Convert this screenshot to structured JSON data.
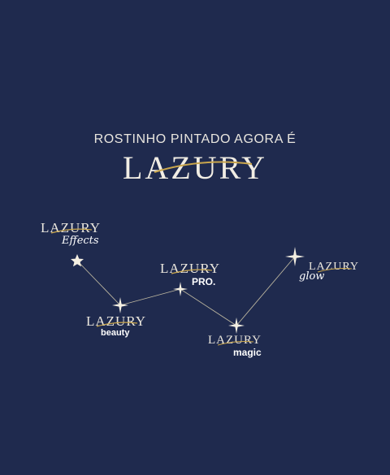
{
  "headline": "ROSTINHO PINTADO AGORA É",
  "main_logo": "LAZURY",
  "colors": {
    "background": "#1f2a4e",
    "text": "#ece8df",
    "gold": "#c9a64d"
  },
  "brands": [
    {
      "id": "effects",
      "word": "LAZURY",
      "sub": "Effects"
    },
    {
      "id": "beauty",
      "word": "LAZURY",
      "sub": "beauty"
    },
    {
      "id": "pro",
      "word": "LAZURY",
      "sub": "PRO."
    },
    {
      "id": "magic",
      "word": "LAZURY",
      "sub": "magic"
    },
    {
      "id": "glow",
      "word": "LAZURY",
      "sub": "glow"
    }
  ]
}
